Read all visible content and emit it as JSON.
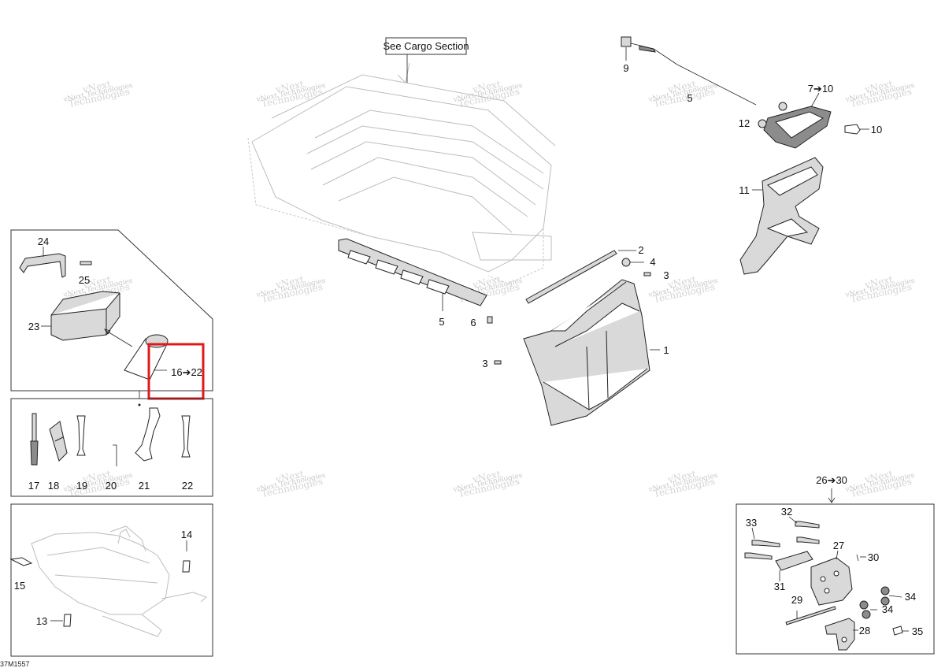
{
  "diagram": {
    "cargo_note": "See Cargo Section",
    "drawing_code": "37M1557",
    "watermark": {
      "line1": "vNext",
      "line2": "Technologies",
      "small": "vNext Technologies"
    },
    "callouts": {
      "c1": "1",
      "c2": "2",
      "c3a": "3",
      "c3b": "3",
      "c4": "4",
      "c5a": "5",
      "c5b": "5",
      "c6": "6",
      "c7to10": "7➔10",
      "c9": "9",
      "c10": "10",
      "c11": "11",
      "c12": "12",
      "c13": "13",
      "c14": "14",
      "c15": "15",
      "c16to22": "16➔22",
      "c17": "17",
      "c18": "18",
      "c19": "19",
      "c20": "20",
      "c21": "21",
      "c22": "22",
      "c23": "23",
      "c24": "24",
      "c25": "25",
      "c26to30": "26➔30",
      "c27": "27",
      "c28": "28",
      "c29": "29",
      "c30": "30",
      "c31": "31",
      "c32": "32",
      "c33": "33",
      "c34a": "34",
      "c34b": "34",
      "c35": "35"
    }
  },
  "colors": {
    "highlight": "#e0191b",
    "line": "#222222",
    "ghost": "#bdbdbd",
    "watermark": "#c8c8c8"
  }
}
